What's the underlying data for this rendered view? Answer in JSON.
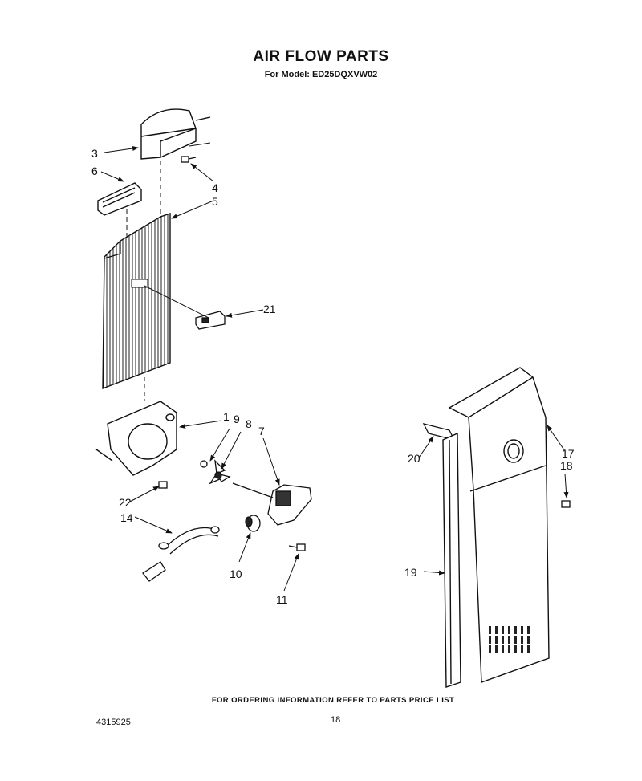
{
  "header": {
    "title": "AIR FLOW PARTS",
    "subtitle": "For Model: ED25DQXVW02"
  },
  "callouts": [
    {
      "id": "c3",
      "label": "3"
    },
    {
      "id": "c6",
      "label": "6"
    },
    {
      "id": "c4",
      "label": "4"
    },
    {
      "id": "c5",
      "label": "5"
    },
    {
      "id": "c21",
      "label": "21"
    },
    {
      "id": "c1",
      "label": "1"
    },
    {
      "id": "c9",
      "label": "9"
    },
    {
      "id": "c8",
      "label": "8"
    },
    {
      "id": "c7",
      "label": "7"
    },
    {
      "id": "c22",
      "label": "22"
    },
    {
      "id": "c14",
      "label": "14"
    },
    {
      "id": "c10",
      "label": "10"
    },
    {
      "id": "c11",
      "label": "11"
    },
    {
      "id": "c20",
      "label": "20"
    },
    {
      "id": "c17",
      "label": "17"
    },
    {
      "id": "c18",
      "label": "18"
    },
    {
      "id": "c19",
      "label": "19"
    }
  ],
  "footer": {
    "ordering_note": "FOR ORDERING INFORMATION REFER TO PARTS PRICE LIST",
    "part_number": "4315925",
    "page_number": "18"
  },
  "colors": {
    "ink": "#111111",
    "paper": "#ffffff"
  }
}
